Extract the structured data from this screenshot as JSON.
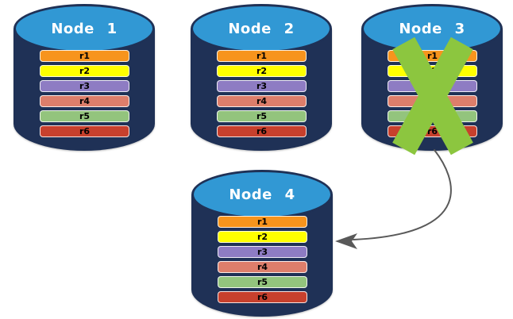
{
  "palette": {
    "cylinder_body": "#1F3156",
    "cylinder_top": "#3198D4",
    "node_title_color": "#FFFFFF",
    "row_label_color": "#000000",
    "row_border": "#F2F2F2",
    "x_mark": "#8CC63F",
    "arrow": "#595959"
  },
  "nodes": [
    {
      "label": "Node 1",
      "failed": false,
      "rows": [
        {
          "label": "r1",
          "color": "#F7941D"
        },
        {
          "label": "r2",
          "color": "#FFFF00"
        },
        {
          "label": "r3",
          "color": "#8E7CC3"
        },
        {
          "label": "r4",
          "color": "#DD7E6B"
        },
        {
          "label": "r5",
          "color": "#93C47D"
        },
        {
          "label": "r6",
          "color": "#C7402D"
        }
      ]
    },
    {
      "label": "Node 2",
      "failed": false,
      "rows": [
        {
          "label": "r1",
          "color": "#F7941D"
        },
        {
          "label": "r2",
          "color": "#FFFF00"
        },
        {
          "label": "r3",
          "color": "#8E7CC3"
        },
        {
          "label": "r4",
          "color": "#DD7E6B"
        },
        {
          "label": "r5",
          "color": "#93C47D"
        },
        {
          "label": "r6",
          "color": "#C7402D"
        }
      ]
    },
    {
      "label": "Node 3",
      "failed": true,
      "rows": [
        {
          "label": "r1",
          "color": "#F7941D"
        },
        {
          "label": "r2",
          "color": "#FFFF00"
        },
        {
          "label": "r3",
          "color": "#8E7CC3"
        },
        {
          "label": "r4",
          "color": "#DD7E6B"
        },
        {
          "label": "r5",
          "color": "#93C47D"
        },
        {
          "label": "r6",
          "color": "#C7402D"
        }
      ]
    },
    {
      "label": "Node 4",
      "failed": false,
      "rows": [
        {
          "label": "r1",
          "color": "#F7941D"
        },
        {
          "label": "r2",
          "color": "#FFFF00"
        },
        {
          "label": "r3",
          "color": "#8E7CC3"
        },
        {
          "label": "r4",
          "color": "#DD7E6B"
        },
        {
          "label": "r5",
          "color": "#93C47D"
        },
        {
          "label": "r6",
          "color": "#C7402D"
        }
      ]
    }
  ],
  "failure": {
    "failed_node": "Node 3",
    "mark": "x-mark"
  },
  "arrow": {
    "from": "Node 3",
    "to": "Node 4"
  }
}
